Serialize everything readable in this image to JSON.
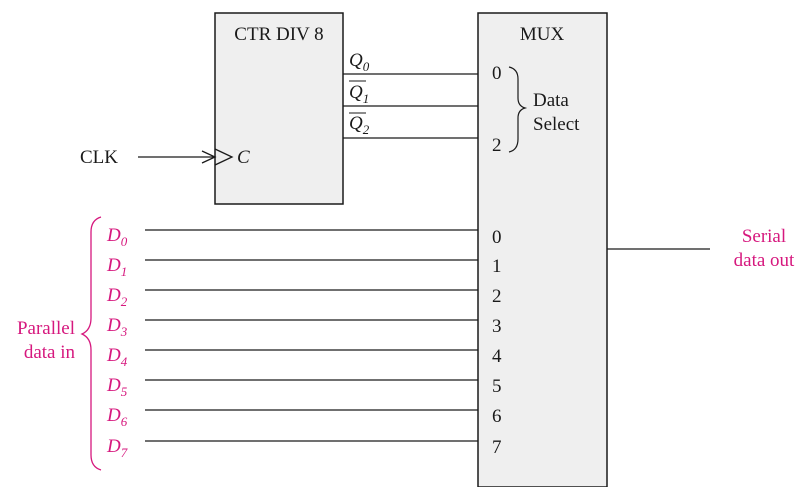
{
  "colors": {
    "block_fill": "#efefef",
    "wire": "#1a1a1a",
    "parallel": "#d6187e"
  },
  "counter": {
    "title": "CTR DIV 8",
    "outputs": [
      {
        "base": "Q",
        "sub": "0"
      },
      {
        "base": "Q",
        "sub": "1"
      },
      {
        "base": "Q",
        "sub": "2"
      }
    ],
    "clock_input": "C"
  },
  "clk_label": "CLK",
  "mux": {
    "title": "MUX",
    "select_inputs": [
      "0",
      "2"
    ],
    "select_label_1": "Data",
    "select_label_2": "Select",
    "data_inputs": [
      "0",
      "1",
      "2",
      "3",
      "4",
      "5",
      "6",
      "7"
    ]
  },
  "parallel": {
    "label_1": "Parallel",
    "label_2": "data in",
    "inputs": [
      {
        "base": "D",
        "sub": "0"
      },
      {
        "base": "D",
        "sub": "1"
      },
      {
        "base": "D",
        "sub": "2"
      },
      {
        "base": "D",
        "sub": "3"
      },
      {
        "base": "D",
        "sub": "4"
      },
      {
        "base": "D",
        "sub": "5"
      },
      {
        "base": "D",
        "sub": "6"
      },
      {
        "base": "D",
        "sub": "7"
      }
    ]
  },
  "output": {
    "label_1": "Serial",
    "label_2": "data out"
  }
}
